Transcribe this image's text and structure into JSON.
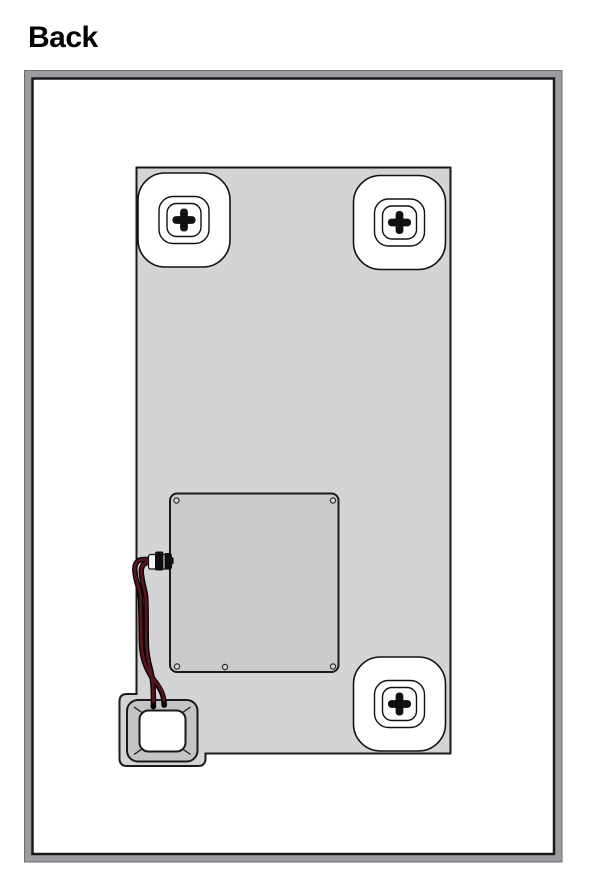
{
  "title": "Back",
  "diagram": {
    "view": "back-panel-diagram",
    "components": {
      "mounting_brackets": [
        "top-left",
        "top-right",
        "bottom-right"
      ],
      "junction_box_screws": 5,
      "cable_gland": "strain-relief-connector",
      "wires": 2,
      "cable_access_box": "bottom-left"
    }
  },
  "colors": {
    "background": "#ffffff",
    "title-color": "#000000",
    "frame-band": "#9b9da0",
    "frame-hairline": "#6b6d70",
    "frame-line": "#1a1a1a",
    "panel-fill": "#d3d4d6",
    "panel-stroke": "#1a1a1a",
    "mount-fill": "#ffffff",
    "mount-stroke": "#111111",
    "jbox-fill": "#c8cacc",
    "screw-fill": "#d6d7d9",
    "screw-stroke": "#2a2a2a",
    "gland-base": "#f5f5f5",
    "gland-nut": "#0f0f0f",
    "bevel-fill": "#c3c4c6",
    "hole-fill": "#ffffff",
    "wire-edge": "#000000",
    "wire-core": "#5a151b"
  }
}
